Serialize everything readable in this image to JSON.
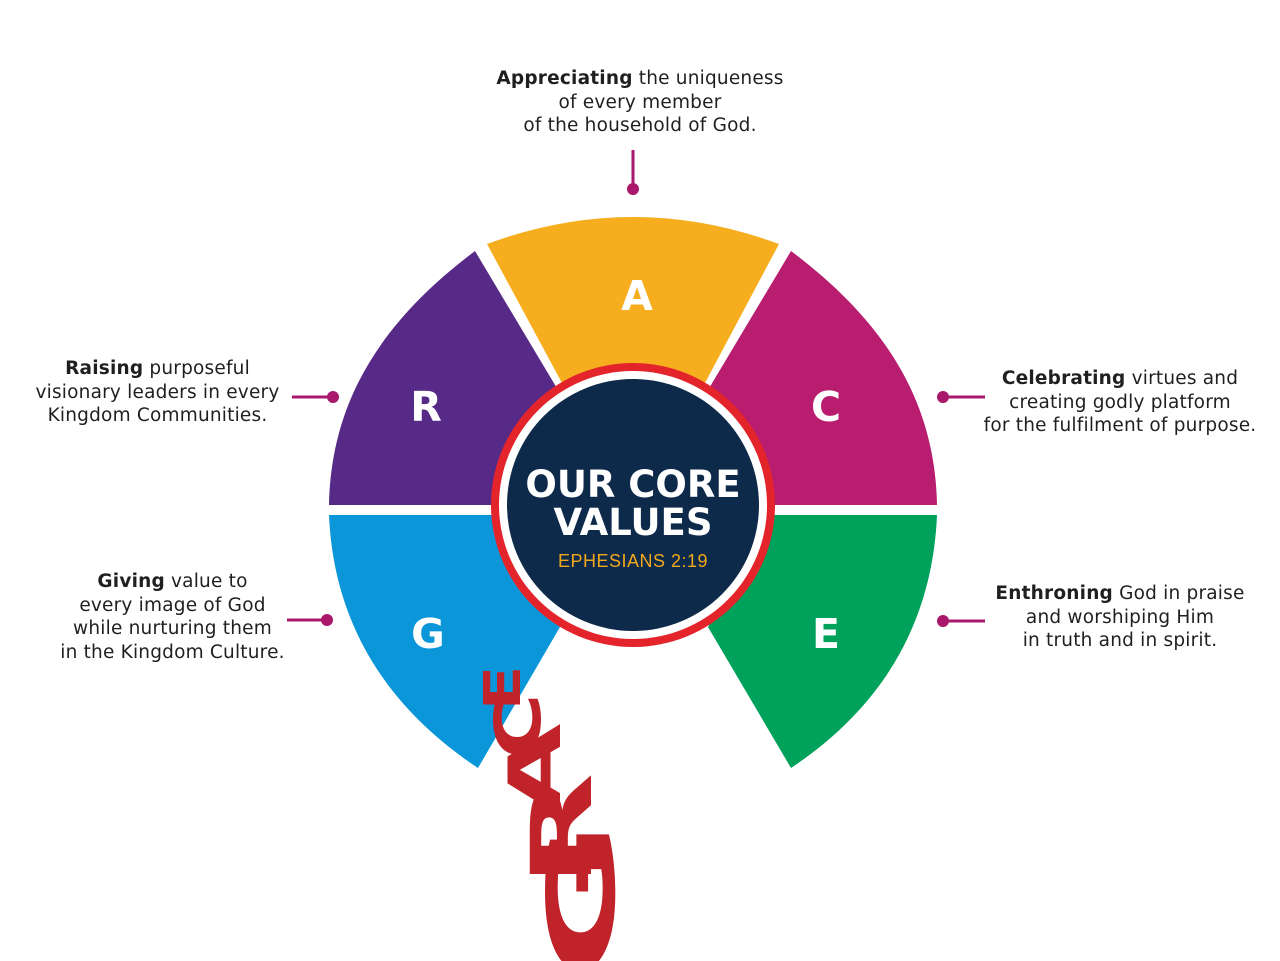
{
  "colors": {
    "appreciating": "#f6ae1f",
    "celebrating": "#b81d6f",
    "enthroning": "#00a15a",
    "giving": "#0a96d8",
    "raising": "#582a88",
    "hub_fill": "#0d2a4a",
    "hub_ring": "#e3252b",
    "grace_text": "#c0232a",
    "connector": "#a9186a",
    "subtitle": "#f2a81c"
  },
  "hub": {
    "title_line1": "OUR CORE",
    "title_line2": "VALUES",
    "subtitle": "EPHESIANS 2:19"
  },
  "acronym": "GRACE",
  "grace_letters": [
    "G",
    "R",
    "A",
    "C",
    "E"
  ],
  "values": [
    {
      "letter": "A",
      "keyword": "Appreciating",
      "line1_rest": " the uniqueness",
      "line2": "of every member",
      "line3": "of the household of God."
    },
    {
      "letter": "C",
      "keyword": "Celebrating",
      "line1_rest": " virtues and",
      "line2": "creating godly platform",
      "line3": "for the fulfilment of purpose."
    },
    {
      "letter": "E",
      "keyword": "Enthroning",
      "line1_rest": " God in praise",
      "line2": "and worshiping Him",
      "line3": "in truth and in spirit."
    },
    {
      "letter": "R",
      "keyword": "Raising",
      "line1_rest": " purposeful",
      "line2": "visionary leaders in every",
      "line3": "Kingdom Communities."
    },
    {
      "letter": "G",
      "keyword": "Giving",
      "line1_rest": " value to",
      "line2": "every image of God",
      "line3": "while nurturing them",
      "line4": "in the Kingdom Culture."
    }
  ]
}
